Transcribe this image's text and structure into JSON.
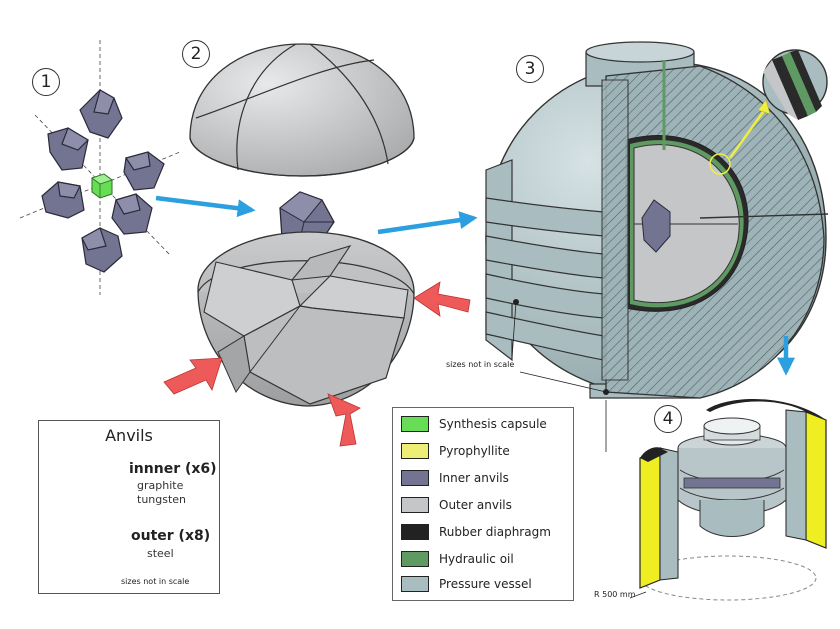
{
  "steps": [
    "1",
    "2",
    "3",
    "4"
  ],
  "anvils_box": {
    "title": "Anvils",
    "inner_label": "innner (x6)",
    "inner_material_1": "graphite",
    "inner_material_2": "tungsten",
    "outer_label": "outer (x8)",
    "outer_material": "steel",
    "scale_note": "sizes not in scale"
  },
  "vessel_scale_note": "sizes not in scale",
  "dimension_label": "R 500 mm",
  "legend": [
    {
      "label": "Synthesis capsule",
      "color": "#66dd55"
    },
    {
      "label": "Pyrophyllite",
      "color": "#eeee77"
    },
    {
      "label": "Inner anvils",
      "color": "#737392"
    },
    {
      "label": "Outer anvils",
      "color": "#c4c6c8"
    },
    {
      "label": "Rubber diaphragm",
      "color": "#222222"
    },
    {
      "label": "Hydraulic oil",
      "color": "#5e9a62"
    },
    {
      "label": "Pressure vessel",
      "color": "#a9bdc1"
    }
  ],
  "colors": {
    "flow_arrow": "#2b9fdf",
    "pressure_arrow": "#ee5a5a",
    "callout": "#eeee44"
  }
}
